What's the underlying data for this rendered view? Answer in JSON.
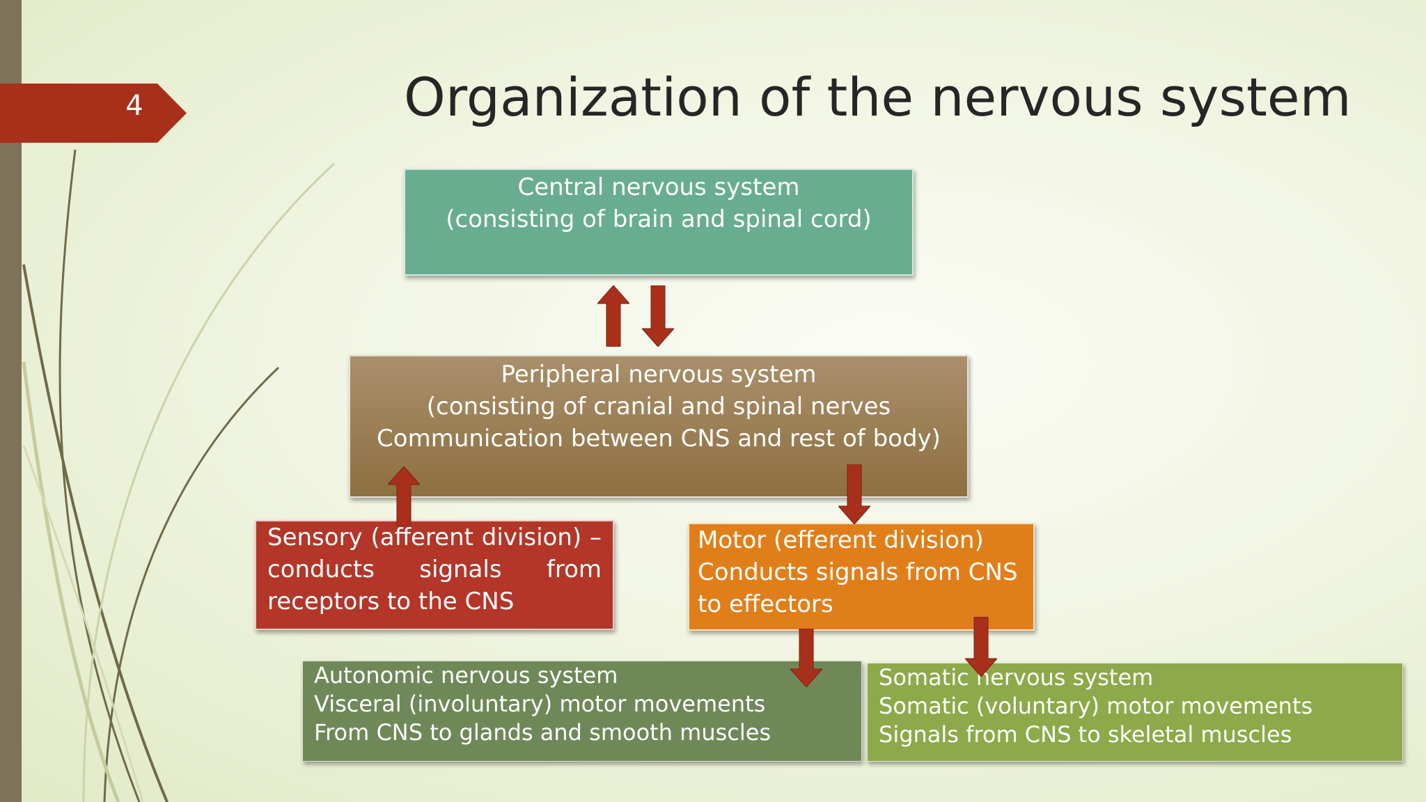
{
  "slide": {
    "number": "4",
    "title": "Organization of the nervous system"
  },
  "boxes": {
    "cns": [
      "Central nervous system",
      "(consisting of brain and spinal cord)"
    ],
    "pns": [
      "Peripheral nervous system",
      "(consisting of cranial and spinal nerves",
      "Communication between CNS and rest of body)"
    ],
    "sensory": [
      "Sensory (afferent division) –",
      "conducts signals from",
      "receptors to the CNS"
    ],
    "motor": [
      "Motor (efferent division)",
      "Conducts signals from CNS",
      "to effectors"
    ],
    "autonomic": [
      "Autonomic nervous system",
      "Visceral (involuntary) motor movements",
      "From CNS to glands and smooth muscles"
    ],
    "somatic": [
      "Somatic nervous system",
      "Somatic (voluntary) motor movements",
      "Signals from CNS to skeletal muscles"
    ]
  },
  "colors": {
    "cns": "#68ad8f",
    "pns": "#9b8155",
    "sensory": "#b33629",
    "motor": "#e07f1a",
    "autonomic": "#6f8858",
    "somatic": "#8da94a",
    "arrow": "#a8301a",
    "accent_tab": "#a8301a"
  },
  "arrows": [
    {
      "name": "arrow-pns-to-cns",
      "direction": "up"
    },
    {
      "name": "arrow-cns-to-pns",
      "direction": "down"
    },
    {
      "name": "arrow-sensory-to-pns",
      "direction": "up"
    },
    {
      "name": "arrow-pns-to-motor",
      "direction": "down"
    },
    {
      "name": "arrow-motor-to-autonomic",
      "direction": "down"
    },
    {
      "name": "arrow-motor-to-somatic",
      "direction": "down"
    }
  ]
}
